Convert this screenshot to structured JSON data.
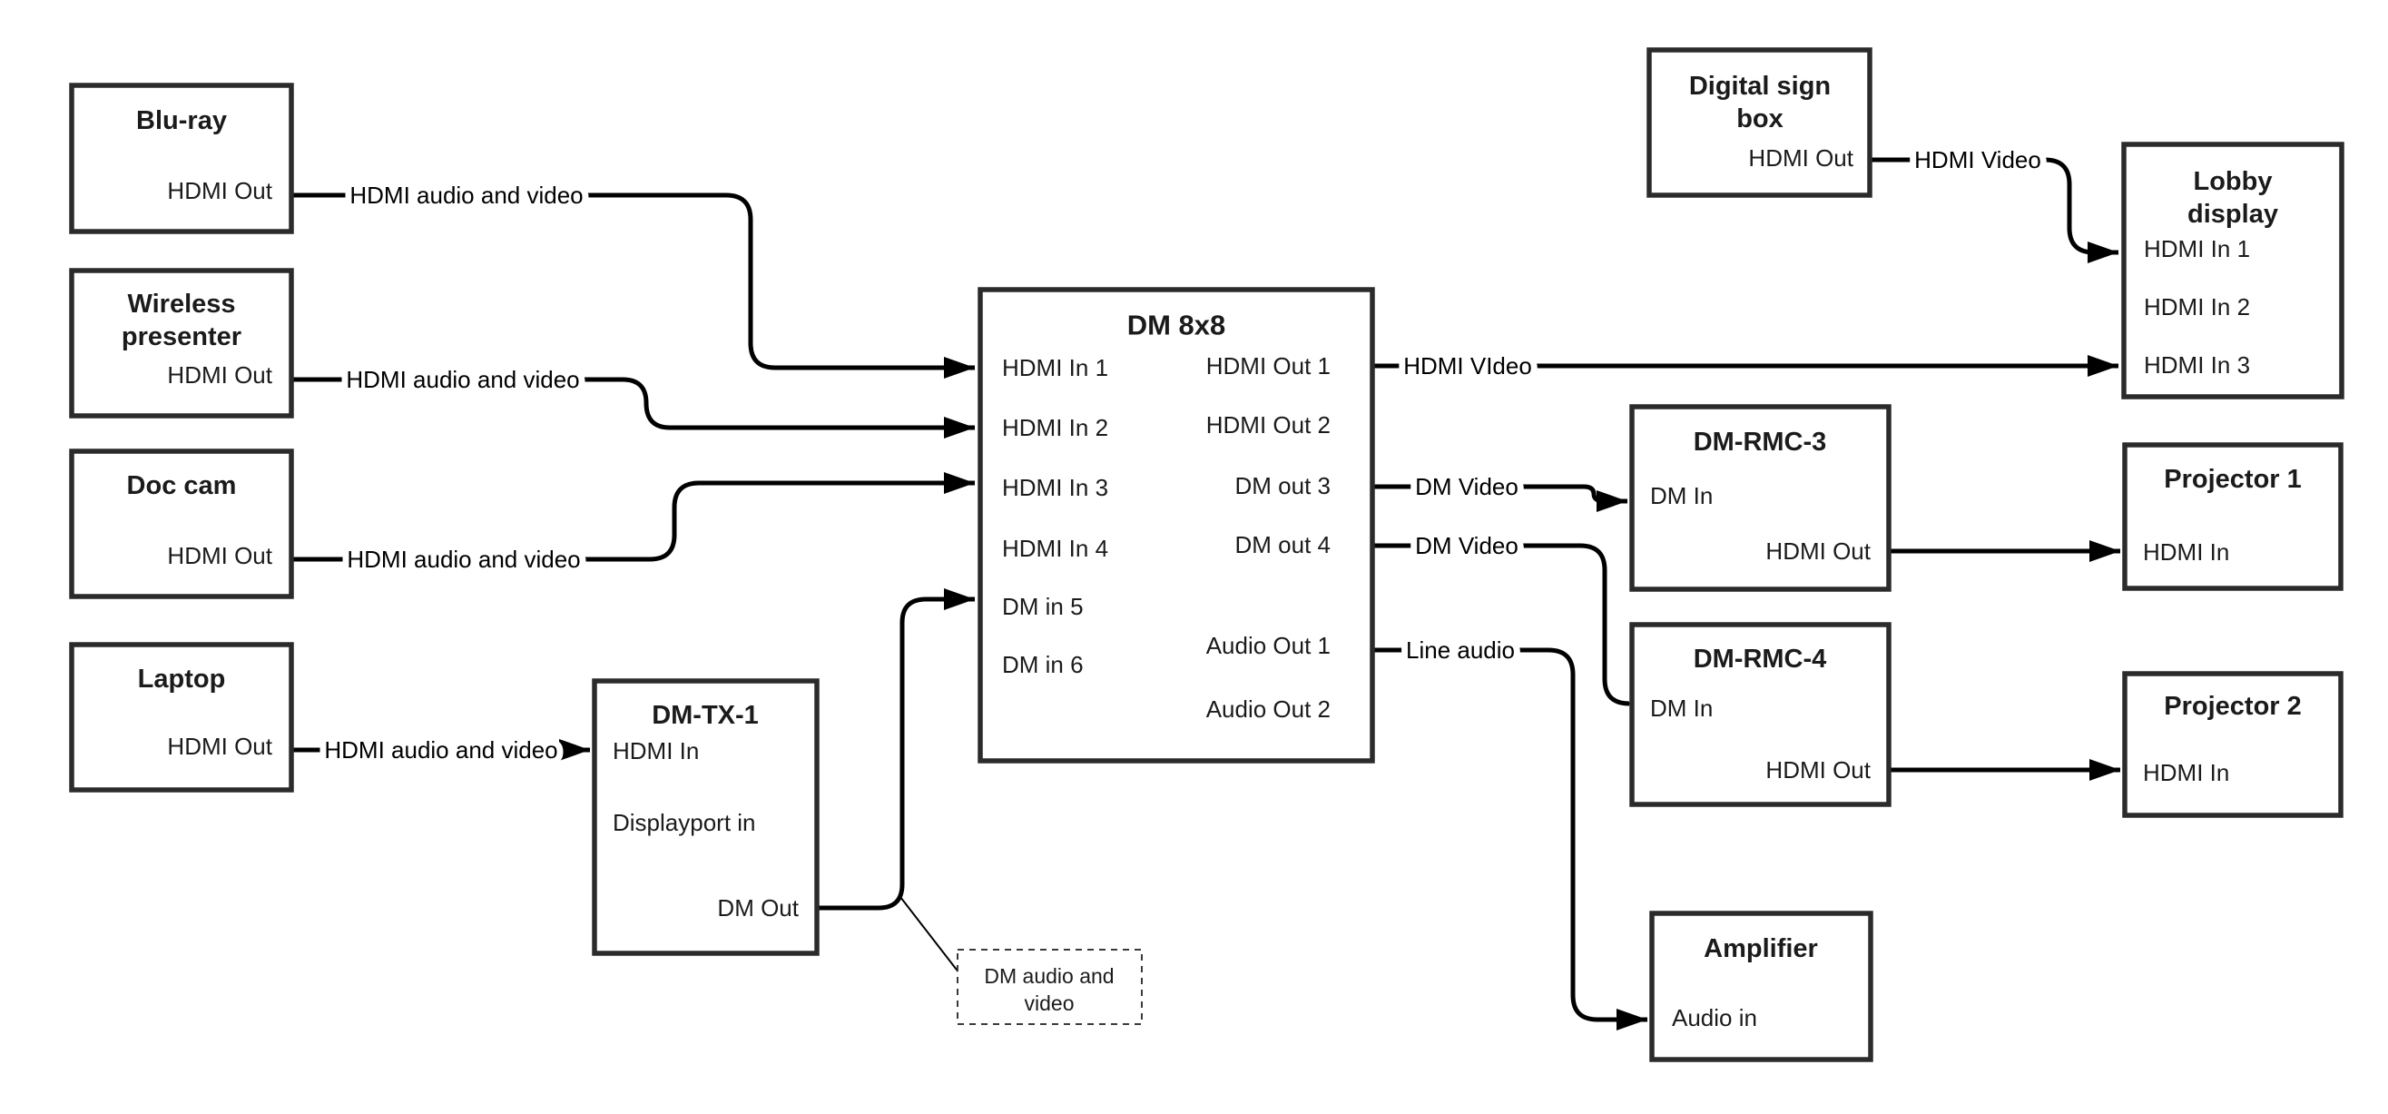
{
  "diagram": {
    "nodes": {
      "bluray": {
        "title": "Blu-ray",
        "port_hdmi_out": "HDMI Out"
      },
      "wireless": {
        "title1": "Wireless",
        "title2": "presenter",
        "port_hdmi_out": "HDMI Out"
      },
      "doccam": {
        "title": "Doc cam",
        "port_hdmi_out": "HDMI Out"
      },
      "laptop": {
        "title": "Laptop",
        "port_hdmi_out": "HDMI Out"
      },
      "dmtx1": {
        "title": "DM-TX-1",
        "port_hdmi_in": "HDMI In",
        "port_displayport_in": "Displayport in",
        "port_dm_out": "DM Out"
      },
      "dm8x8": {
        "title": "DM 8x8",
        "in1": "HDMI In 1",
        "in2": "HDMI In 2",
        "in3": "HDMI In 3",
        "in4": "HDMI In 4",
        "in5": "DM in 5",
        "in6": "DM in 6",
        "out1": "HDMI Out 1",
        "out2": "HDMI Out 2",
        "out3": "DM out 3",
        "out4": "DM out 4",
        "aout1": "Audio Out 1",
        "aout2": "Audio Out 2"
      },
      "digital_sign": {
        "title1": "Digital sign",
        "title2": "box",
        "port_hdmi_out": "HDMI Out"
      },
      "lobby": {
        "title1": "Lobby",
        "title2": "display",
        "in1": "HDMI In 1",
        "in2": "HDMI In 2",
        "in3": "HDMI In 3"
      },
      "dmrmc3": {
        "title": "DM-RMC-3",
        "port_dm_in": "DM In",
        "port_hdmi_out": "HDMI Out"
      },
      "proj1": {
        "title": "Projector 1",
        "port_hdmi_in": "HDMI In"
      },
      "dmrmc4": {
        "title": "DM-RMC-4",
        "port_dm_in": "DM In",
        "port_hdmi_out": "HDMI Out"
      },
      "proj2": {
        "title": "Projector 2",
        "port_hdmi_in": "HDMI In"
      },
      "amplifier": {
        "title": "Amplifier",
        "port_audio_in": "Audio in"
      }
    },
    "wire_labels": {
      "bluray_to_dm8x8": "HDMI audio and video",
      "wireless_to_dm8x8": "HDMI audio and video",
      "doccam_to_dm8x8": "HDMI audio and video",
      "laptop_to_dmtx1": "HDMI audio and video",
      "hdmi_out1_to_lobby": "HDMI VIdeo",
      "dm_out3_to_rmc3": "DM Video",
      "dm_out4_to_rmc4": "DM Video",
      "audio_out1_to_amp": "Line audio",
      "sign_to_lobby": "HDMI Video"
    },
    "callout": {
      "line1": "DM audio and",
      "line2": "video"
    },
    "colors": {
      "wire": "#000000",
      "box_border": "#2b2b2b",
      "background": "#ffffff"
    }
  }
}
